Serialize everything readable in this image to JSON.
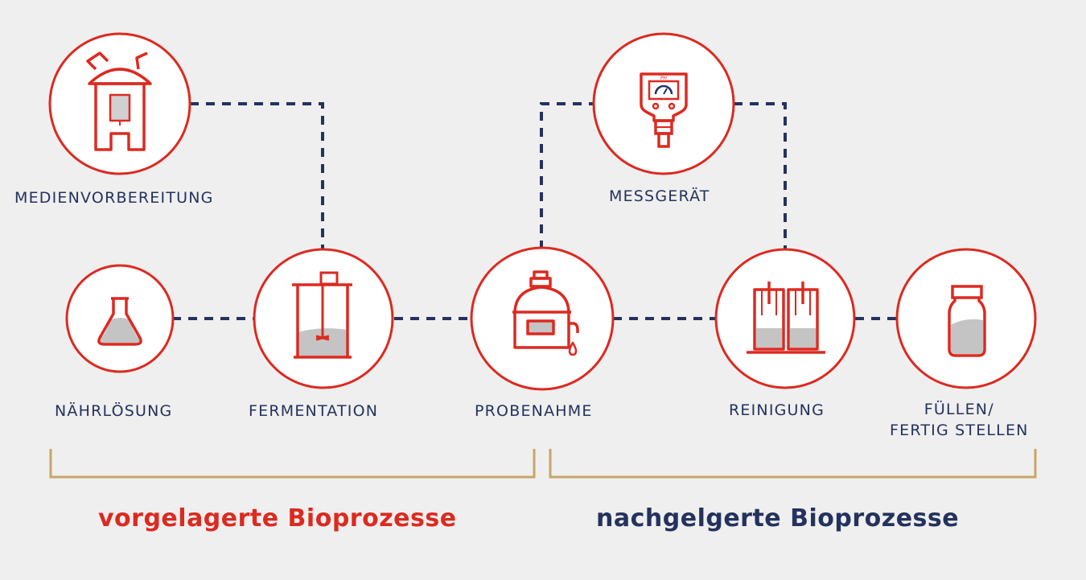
{
  "colors": {
    "background": "#efefef",
    "accent_red": "#dc2a20",
    "navy": "#24325e",
    "bracket_gold": "#c9a46a",
    "liquid_gray": "#c4c4c4"
  },
  "nodes": {
    "medien": {
      "label": "MEDIENVORBEREITUNG",
      "icon": "media-preparation-tank-icon"
    },
    "naehr": {
      "label": "NÄHRLÖSUNG",
      "icon": "flask-icon"
    },
    "ferm": {
      "label": "FERMENTATION",
      "icon": "fermenter-tank-icon"
    },
    "probe": {
      "label": "PROBENAHME",
      "icon": "sampling-vessel-icon"
    },
    "mess": {
      "label": "MESSGERÄT",
      "icon": "ph-meter-icon",
      "meter_text": "PH"
    },
    "rein": {
      "label": "REINIGUNG",
      "icon": "purification-columns-icon"
    },
    "fuellen": {
      "label_line1": "FÜLLEN/",
      "label_line2": "FERTIG STELLEN",
      "icon": "bottle-icon"
    }
  },
  "sections": {
    "upstream": "vorgelagerte Bioprozesse",
    "downstream": "nachgelgerte Bioprozesse"
  }
}
